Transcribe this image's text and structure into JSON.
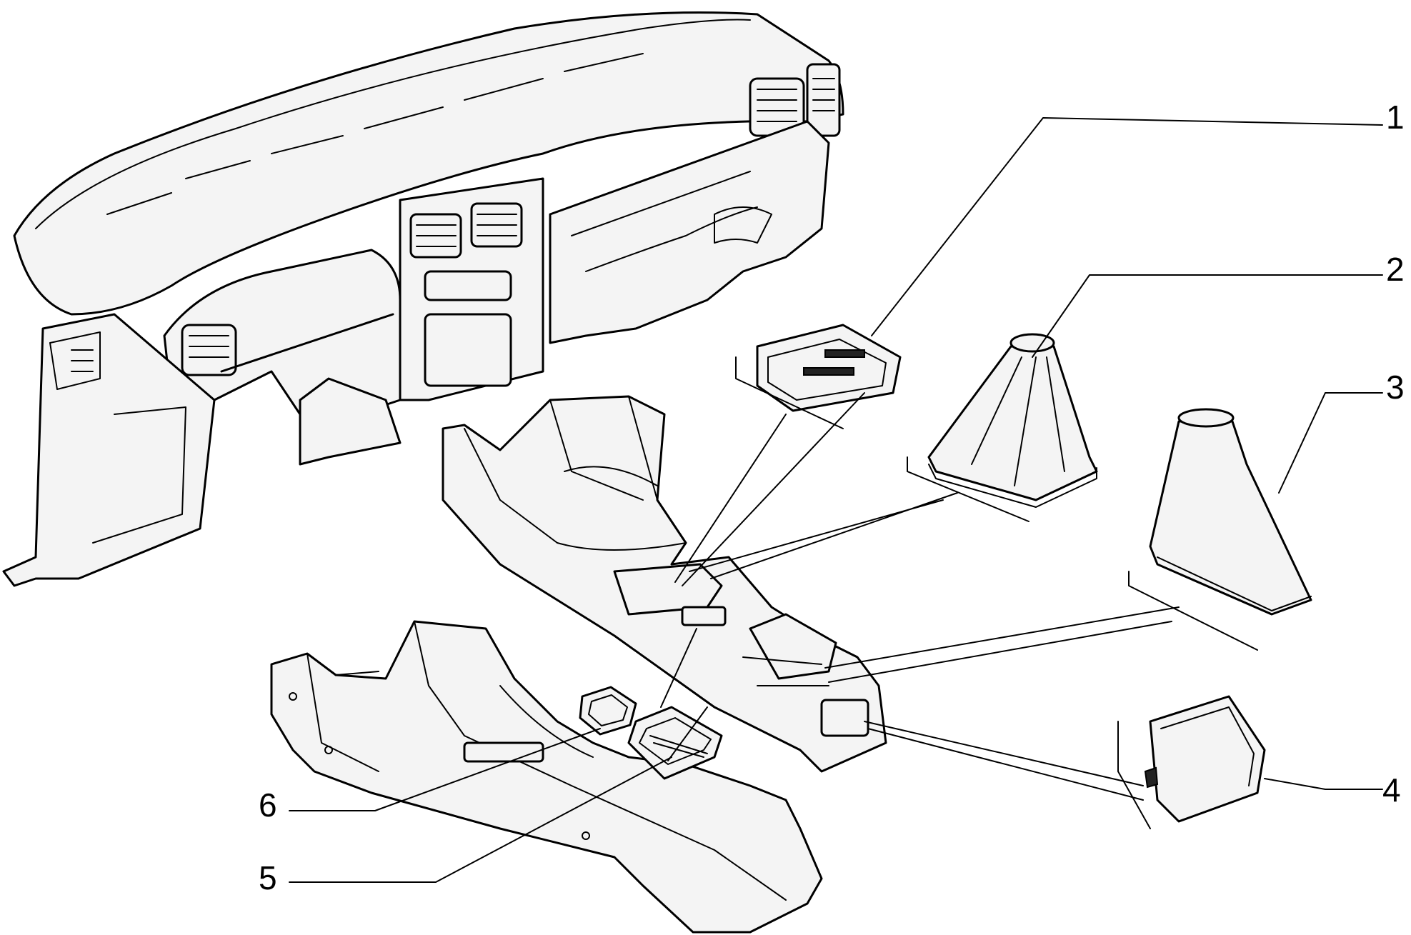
{
  "diagram": {
    "callouts": [
      {
        "id": 1,
        "label": "1"
      },
      {
        "id": 2,
        "label": "2"
      },
      {
        "id": 3,
        "label": "3"
      },
      {
        "id": 4,
        "label": "4"
      },
      {
        "id": 5,
        "label": "5"
      },
      {
        "id": 6,
        "label": "6"
      }
    ]
  }
}
